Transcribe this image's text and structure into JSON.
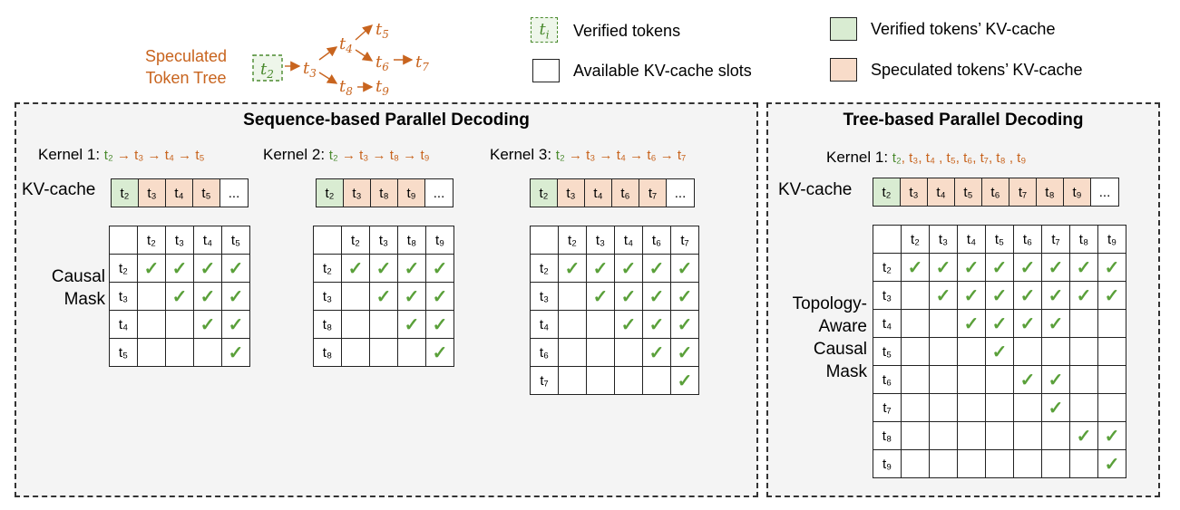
{
  "tree": {
    "label_line1": "Speculated",
    "label_line2": "Token Tree",
    "nodes": [
      "t2",
      "t3",
      "t4",
      "t5",
      "t6",
      "t7",
      "t8",
      "t9"
    ]
  },
  "legend": {
    "verified_token_symbol": "t_i",
    "verified_tokens": "Verified tokens",
    "available_slots": "Available KV-cache slots",
    "verified_kv": "Verified tokens’ KV-cache",
    "speculated_kv": "Speculated tokens’ KV-cache"
  },
  "colors": {
    "verified": "#d9ecd2",
    "speculated": "#f8dcc9",
    "accent_orange": "#c8641e",
    "accent_green": "#4a8a2e",
    "check": "#5aa03a"
  },
  "sequence_panel": {
    "title": "Sequence-based Parallel Decoding",
    "kv_label": "KV-cache",
    "mask_label_line1": "Causal",
    "mask_label_line2": "Mask",
    "kernels": [
      {
        "label": "Kernel 1:",
        "first": "t₂",
        "rest": " → t₃ → t₄ → t₅",
        "kv": [
          [
            "t₂",
            "v"
          ],
          [
            "t₃",
            "s"
          ],
          [
            "t₄",
            "s"
          ],
          [
            "t₅",
            "s"
          ],
          [
            "...",
            "e"
          ]
        ],
        "mask": {
          "cols": [
            "t₂",
            "t₃",
            "t₄",
            "t₅"
          ],
          "rows": [
            "t₂",
            "t₃",
            "t₄",
            "t₅"
          ],
          "checks": [
            [
              1,
              1,
              1,
              1
            ],
            [
              0,
              1,
              1,
              1
            ],
            [
              0,
              0,
              1,
              1
            ],
            [
              0,
              0,
              0,
              1
            ]
          ]
        }
      },
      {
        "label": "Kernel 2:",
        "first": "t₂",
        "rest": " → t₃ → t₈ → t₉",
        "kv": [
          [
            "t₂",
            "v"
          ],
          [
            "t₃",
            "s"
          ],
          [
            "t₈",
            "s"
          ],
          [
            "t₉",
            "s"
          ],
          [
            "...",
            "e"
          ]
        ],
        "mask": {
          "cols": [
            "t₂",
            "t₃",
            "t₈",
            "t₉"
          ],
          "rows": [
            "t₂",
            "t₃",
            "t₈",
            "t₈"
          ],
          "checks": [
            [
              1,
              1,
              1,
              1
            ],
            [
              0,
              1,
              1,
              1
            ],
            [
              0,
              0,
              1,
              1
            ],
            [
              0,
              0,
              0,
              1
            ]
          ]
        }
      },
      {
        "label": "Kernel 3:",
        "first": "t₂",
        "rest": " → t₃ → t₄ → t₆ → t₇",
        "kv": [
          [
            "t₂",
            "v"
          ],
          [
            "t₃",
            "s"
          ],
          [
            "t₄",
            "s"
          ],
          [
            "t₆",
            "s"
          ],
          [
            "t₇",
            "s"
          ],
          [
            "...",
            "e"
          ]
        ],
        "mask": {
          "cols": [
            "t₂",
            "t₃",
            "t₄",
            "t₆",
            "t₇"
          ],
          "rows": [
            "t₂",
            "t₃",
            "t₄",
            "t₆",
            "t₇"
          ],
          "checks": [
            [
              1,
              1,
              1,
              1,
              1
            ],
            [
              0,
              1,
              1,
              1,
              1
            ],
            [
              0,
              0,
              1,
              1,
              1
            ],
            [
              0,
              0,
              0,
              1,
              1
            ],
            [
              0,
              0,
              0,
              0,
              1
            ]
          ]
        }
      }
    ]
  },
  "tree_panel": {
    "title": "Tree-based Parallel Decoding",
    "kernel_label": "Kernel 1:",
    "kernel_first": "t₂",
    "kernel_rest": ", t₃, t₄ , t₅, t₆, t₇, t₈ , t₉",
    "kv_label": "KV-cache",
    "mask_label": [
      "Topology-",
      "Aware",
      "Causal",
      "Mask"
    ],
    "kv": [
      [
        "t₂",
        "v"
      ],
      [
        "t₃",
        "s"
      ],
      [
        "t₄",
        "s"
      ],
      [
        "t₅",
        "s"
      ],
      [
        "t₆",
        "s"
      ],
      [
        "t₇",
        "s"
      ],
      [
        "t₈",
        "s"
      ],
      [
        "t₉",
        "s"
      ],
      [
        "...",
        "e"
      ]
    ],
    "mask": {
      "cols": [
        "t₂",
        "t₃",
        "t₄",
        "t₅",
        "t₆",
        "t₇",
        "t₈",
        "t₉"
      ],
      "rows": [
        "t₂",
        "t₃",
        "t₄",
        "t₅",
        "t₆",
        "t₇",
        "t₈",
        "t₉"
      ],
      "checks": [
        [
          1,
          1,
          1,
          1,
          1,
          1,
          1,
          1
        ],
        [
          0,
          1,
          1,
          1,
          1,
          1,
          1,
          1
        ],
        [
          0,
          0,
          1,
          1,
          1,
          1,
          0,
          0
        ],
        [
          0,
          0,
          0,
          1,
          0,
          0,
          0,
          0
        ],
        [
          0,
          0,
          0,
          0,
          1,
          1,
          0,
          0
        ],
        [
          0,
          0,
          0,
          0,
          0,
          1,
          0,
          0
        ],
        [
          0,
          0,
          0,
          0,
          0,
          0,
          1,
          1
        ],
        [
          0,
          0,
          0,
          0,
          0,
          0,
          0,
          1
        ]
      ]
    }
  }
}
